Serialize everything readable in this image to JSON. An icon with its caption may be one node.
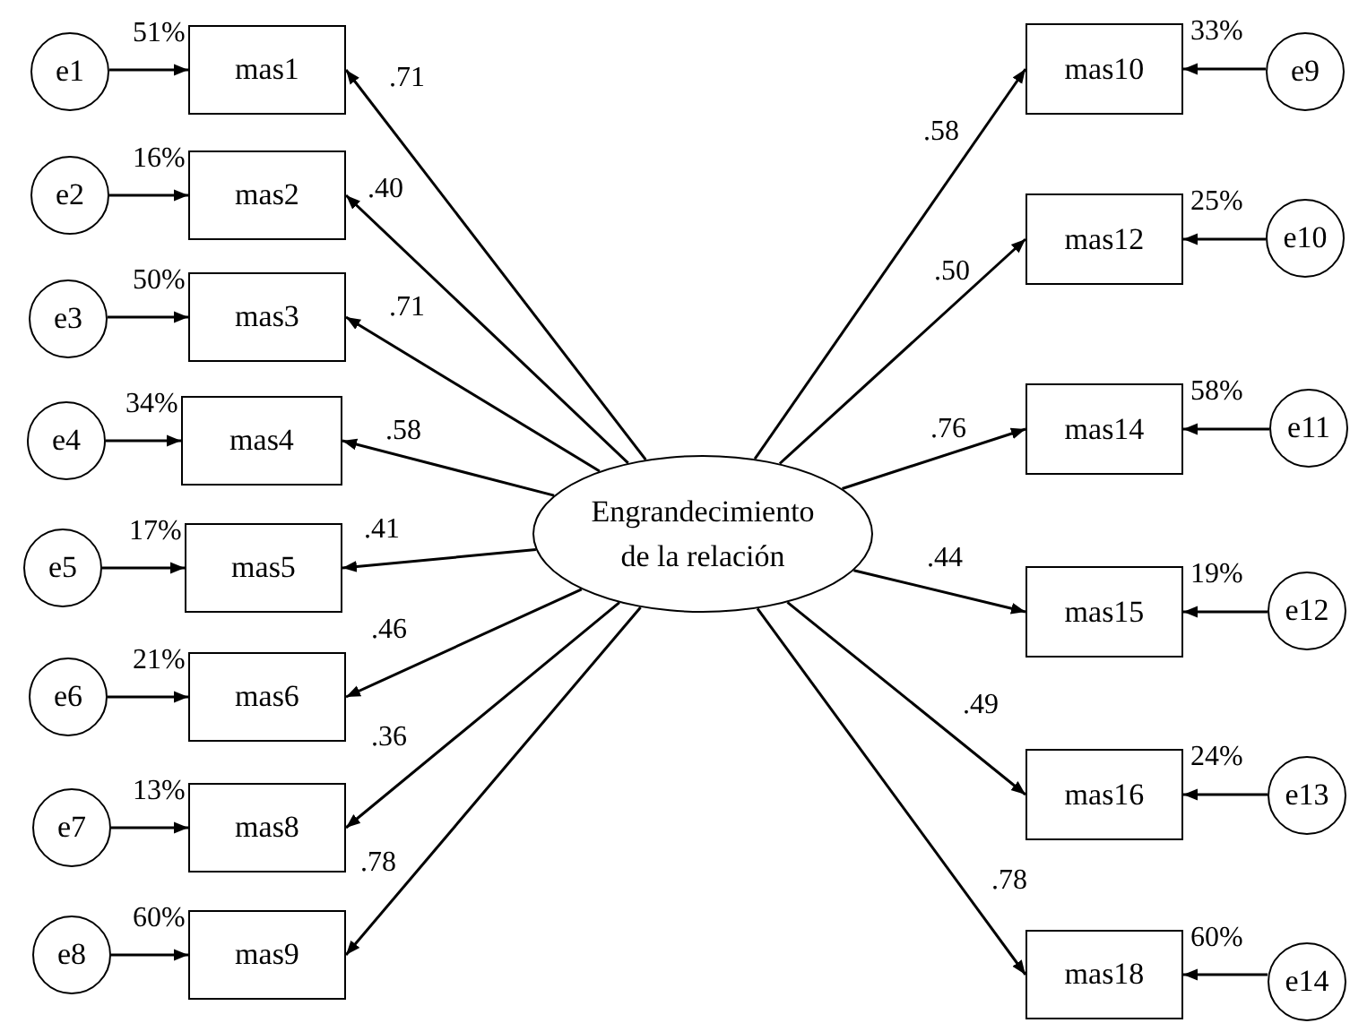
{
  "diagram": {
    "nodes": [
      {
        "text": [
          "Engrandecimiento de la relación"
        ]
      },
      {
        "text": [
          "e1"
        ]
      },
      {
        "text": [
          "e2"
        ]
      },
      {
        "text": [
          "e3"
        ]
      },
      {
        "text": [
          "e4"
        ]
      },
      {
        "text": [
          "e5"
        ]
      },
      {
        "text": [
          "e6"
        ]
      },
      {
        "text": [
          "e7"
        ]
      },
      {
        "text": [
          "e8"
        ]
      },
      {
        "text": [
          "mas1"
        ],
        "beside": [
          "51%"
        ]
      },
      {
        "text": [
          "mas2"
        ],
        "beside": [
          "16%"
        ]
      },
      {
        "text": [
          "mas3"
        ],
        "beside": [
          "50%"
        ]
      },
      {
        "text": [
          "mas4"
        ],
        "beside": [
          "34%"
        ]
      },
      {
        "text": [
          "mas5"
        ],
        "beside": [
          "17%"
        ]
      },
      {
        "text": [
          "mas6"
        ],
        "beside": [
          "21%"
        ]
      },
      {
        "text": [
          "mas8"
        ],
        "beside": [
          "13%"
        ]
      },
      {
        "text": [
          "mas9"
        ],
        "beside": [
          "60%"
        ]
      },
      {
        "text": [
          "mas10"
        ],
        "beside": [
          "33%"
        ]
      },
      {
        "text": [
          "mas12"
        ],
        "beside": [
          "25%"
        ]
      },
      {
        "text": [
          "mas14"
        ],
        "beside": [
          "58%"
        ]
      },
      {
        "text": [
          "mas15"
        ],
        "beside": [
          "19%"
        ]
      },
      {
        "text": [
          "mas16"
        ],
        "beside": [
          "24%"
        ]
      },
      {
        "text": [
          "mas18"
        ],
        "beside": [
          "60%"
        ]
      },
      {
        "text": [
          "e9"
        ]
      },
      {
        "text": [
          "e10"
        ]
      },
      {
        "text": [
          "e11"
        ]
      },
      {
        "text": [
          "e12"
        ]
      },
      {
        "text": [
          "e13"
        ]
      },
      {
        "text": [
          "e14"
        ]
      }
    ],
    "edges": [
      {
        "from": 1,
        "to": 9,
        "arrow": "to"
      },
      {
        "from": 2,
        "to": 10,
        "arrow": "to"
      },
      {
        "from": 3,
        "to": 11,
        "arrow": "to"
      },
      {
        "from": 4,
        "to": 12,
        "arrow": "to"
      },
      {
        "from": 5,
        "to": 13,
        "arrow": "to"
      },
      {
        "from": 6,
        "to": 14,
        "arrow": "to"
      },
      {
        "from": 7,
        "to": 15,
        "arrow": "to"
      },
      {
        "from": 8,
        "to": 16,
        "arrow": "to"
      },
      {
        "from": 0,
        "to": 9,
        "arrow": "to",
        "label": ".71"
      },
      {
        "from": 0,
        "to": 10,
        "arrow": "to",
        "label": ".40"
      },
      {
        "from": 0,
        "to": 11,
        "arrow": "to",
        "label": ".71"
      },
      {
        "from": 0,
        "to": 12,
        "arrow": "to",
        "label": ".58"
      },
      {
        "from": 0,
        "to": 13,
        "arrow": "to",
        "label": ".41"
      },
      {
        "from": 0,
        "to": 14,
        "arrow": "to",
        "label": ".46"
      },
      {
        "from": 0,
        "to": 15,
        "arrow": "to",
        "label": ".36"
      },
      {
        "from": 0,
        "to": 16,
        "arrow": "to",
        "label": ".78"
      },
      {
        "from": 0,
        "to": 17,
        "arrow": "to",
        "label": ".58"
      },
      {
        "from": 0,
        "to": 18,
        "arrow": "to",
        "label": ".50"
      },
      {
        "from": 0,
        "to": 19,
        "arrow": "to",
        "label": ".76"
      },
      {
        "from": 0,
        "to": 20,
        "arrow": "to",
        "label": ".44"
      },
      {
        "from": 0,
        "to": 21,
        "arrow": "to",
        "label": ".49"
      },
      {
        "from": 0,
        "to": 22,
        "arrow": "to",
        "label": ".78"
      },
      {
        "from": 23,
        "to": 17,
        "arrow": "to"
      },
      {
        "from": 24,
        "to": 18,
        "arrow": "to"
      },
      {
        "from": 25,
        "to": 19,
        "arrow": "to"
      },
      {
        "from": 26,
        "to": 20,
        "arrow": "to"
      },
      {
        "from": 27,
        "to": 21,
        "arrow": "to"
      },
      {
        "from": 28,
        "to": 22,
        "arrow": "to"
      }
    ]
  }
}
